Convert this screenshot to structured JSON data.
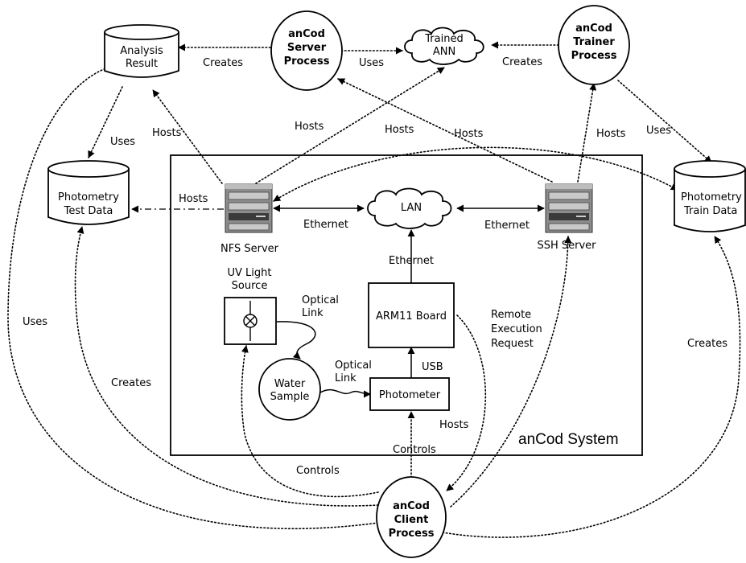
{
  "system_label": "anCod System",
  "processes": {
    "server": [
      "anCod",
      "Server",
      "Process"
    ],
    "trainer": [
      "anCod",
      "Trainer",
      "Process"
    ],
    "client": [
      "anCod",
      "Client",
      "Process"
    ]
  },
  "clouds": {
    "ann": [
      "Trained",
      "ANN"
    ],
    "lan": "LAN"
  },
  "stores": {
    "analysis": [
      "Analysis",
      "Result"
    ],
    "test": [
      "Photometry",
      "Test Data"
    ],
    "train": [
      "Photometry",
      "Train Data"
    ]
  },
  "servers": {
    "nfs": "NFS Server",
    "ssh": "SSH Server"
  },
  "boxes": {
    "arm": "ARM11 Board",
    "photometer": "Photometer",
    "water": [
      "Water",
      "Sample"
    ],
    "uv": [
      "UV Light",
      "Source"
    ]
  },
  "edge_labels": {
    "creates_server": "Creates",
    "uses_server": "Uses",
    "creates_trainer": "Creates",
    "uses_analysis": "Uses",
    "hosts_analysis": "Hosts",
    "hosts_ann": "Hosts",
    "hosts_server": "Hosts",
    "hosts_trainer_train": "Hosts",
    "hosts_ssh_trainer": "Hosts",
    "uses_trainer": "Uses",
    "hosts_test": "Hosts",
    "eth_nfs": "Ethernet",
    "eth_ssh": "Ethernet",
    "eth_arm": "Ethernet",
    "optical1": [
      "Optical",
      "Link"
    ],
    "optical2": [
      "Optical",
      "Link"
    ],
    "usb": "USB",
    "remote": [
      "Remote",
      "Execution",
      "Request"
    ],
    "hosts_arm": "Hosts",
    "controls_photo": "Controls",
    "controls_uv": "Controls",
    "uses_left": "Uses",
    "creates_left": "Creates",
    "creates_right": "Creates"
  }
}
